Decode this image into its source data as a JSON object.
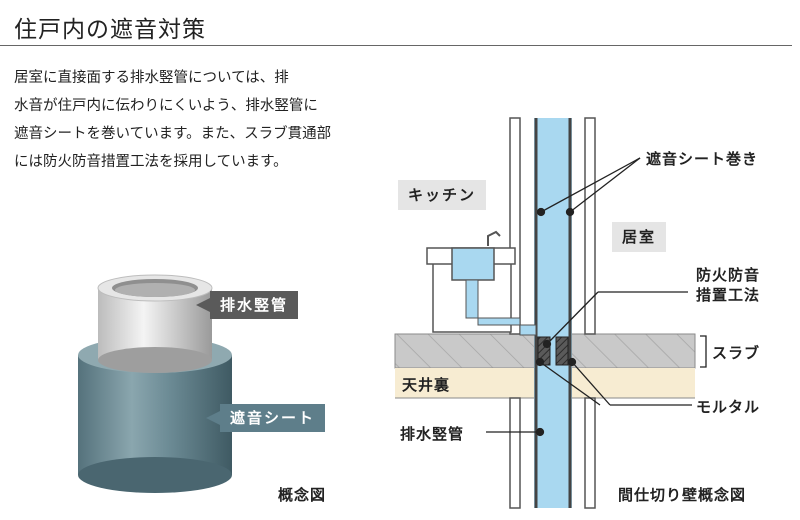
{
  "title": "住戸内の遮音対策",
  "description_lines": [
    "居室に直接面する排水竪管については、排",
    "水音が住戸内に伝わりにくいよう、排水竪管に",
    "遮音シートを巻いています。また、スラブ貫通部",
    "には防火防音措置工法を採用しています。"
  ],
  "left_figure": {
    "pipe_label": "排水竪管",
    "sheet_label": "遮音シート",
    "caption": "概念図",
    "colors": {
      "pipe_label_bg": "#5a5a5a",
      "sheet_label_bg": "#5e7e8a",
      "sheet": "#6f8f98"
    }
  },
  "right_figure": {
    "kitchen": "キッチン",
    "room": "居室",
    "sheet_wrap": "遮音シート巻き",
    "fireproof_line1": "防火防音",
    "fireproof_line2": "措置工法",
    "slab": "スラブ",
    "ceiling": "天井裏",
    "mortar": "モルタル",
    "pipe": "排水竪管",
    "caption": "間仕切り壁概念図",
    "colors": {
      "pipe_fill": "#a9d8f0",
      "slab": "#c8c8c8",
      "ceiling": "#f7ecd2",
      "room_bg": "#e5e5e5"
    }
  }
}
